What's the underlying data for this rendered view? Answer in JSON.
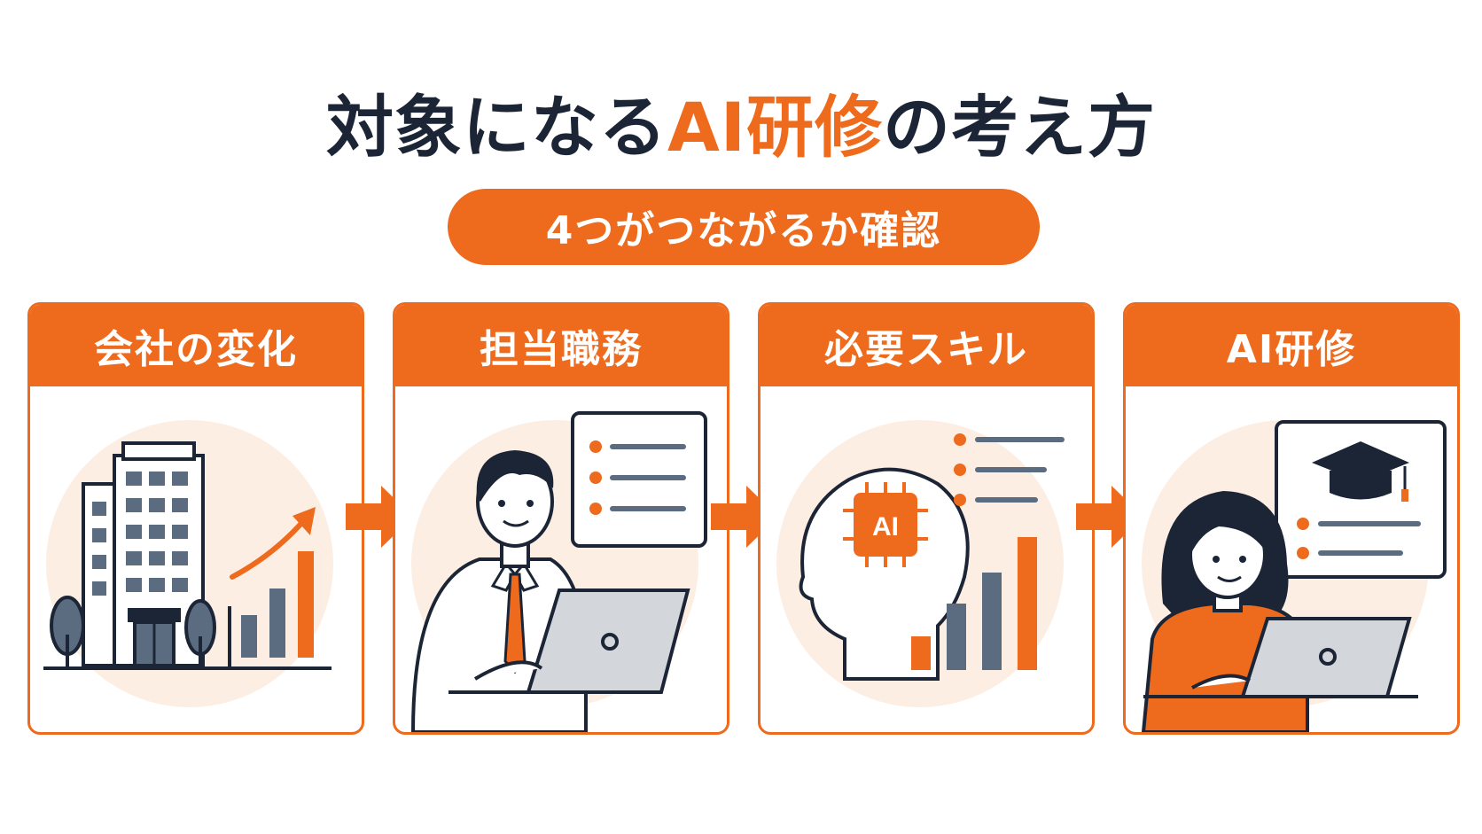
{
  "title": {
    "before": "対象になる",
    "accent": "AI研修",
    "after": "の考え方"
  },
  "subtitle": "4つがつながるか確認",
  "steps": [
    {
      "label": "会社の変化"
    },
    {
      "label": "担当職務"
    },
    {
      "label": "必要スキル"
    },
    {
      "label": "AI研修"
    }
  ],
  "chip_label": "AI",
  "colors": {
    "accent": "#ee6a1d",
    "dark": "#1c2536",
    "slate": "#5b6b80",
    "tint": "#fdeee3"
  }
}
